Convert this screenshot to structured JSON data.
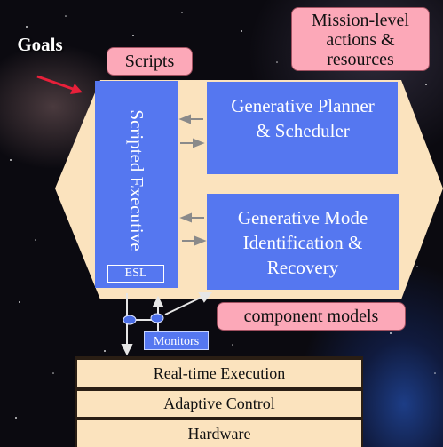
{
  "goals_label": "Goals",
  "scripts_label": "Scripts",
  "mission_label": "Mission-level actions & resources",
  "executive_label": "Scripted Executive",
  "esl_label": "ESL",
  "planner_label": "Generative Planner & Scheduler",
  "mir_label": "Generative Mode Identification & Recovery",
  "component_models_label": "component models",
  "monitors_label": "Monitors",
  "layers": [
    "Real-time Execution",
    "Adaptive Control",
    "Hardware"
  ],
  "colors": {
    "hexagon_fill": "#fbe3be",
    "box_blue": "#5577f0",
    "callout_pink": "#fca8b8",
    "arrow_red": "#e8203a",
    "divider": "#2a1e14"
  }
}
